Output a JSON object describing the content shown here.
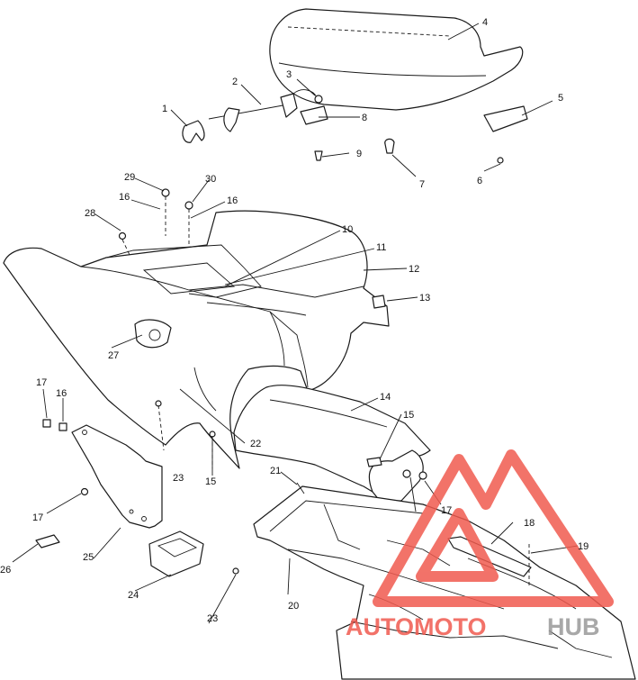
{
  "diagram": {
    "callouts": [
      {
        "id": "c1",
        "label": "1"
      },
      {
        "id": "c2",
        "label": "2"
      },
      {
        "id": "c3",
        "label": "3"
      },
      {
        "id": "c4",
        "label": "4"
      },
      {
        "id": "c5",
        "label": "5"
      },
      {
        "id": "c6",
        "label": "6"
      },
      {
        "id": "c7",
        "label": "7"
      },
      {
        "id": "c8",
        "label": "8"
      },
      {
        "id": "c9",
        "label": "9"
      },
      {
        "id": "c10",
        "label": "10"
      },
      {
        "id": "c11",
        "label": "11"
      },
      {
        "id": "c12",
        "label": "12"
      },
      {
        "id": "c13",
        "label": "13"
      },
      {
        "id": "c14",
        "label": "14"
      },
      {
        "id": "c15a",
        "label": "15"
      },
      {
        "id": "c15b",
        "label": "15"
      },
      {
        "id": "c16a",
        "label": "16"
      },
      {
        "id": "c16b",
        "label": "16"
      },
      {
        "id": "c16c",
        "label": "16"
      },
      {
        "id": "c17a",
        "label": "17"
      },
      {
        "id": "c17b",
        "label": "17"
      },
      {
        "id": "c17c",
        "label": "17"
      },
      {
        "id": "c18",
        "label": "18"
      },
      {
        "id": "c19",
        "label": "19"
      },
      {
        "id": "c20",
        "label": "20"
      },
      {
        "id": "c21",
        "label": "21"
      },
      {
        "id": "c22",
        "label": "22"
      },
      {
        "id": "c23a",
        "label": "23"
      },
      {
        "id": "c23b",
        "label": "23"
      },
      {
        "id": "c24",
        "label": "24"
      },
      {
        "id": "c25",
        "label": "25"
      },
      {
        "id": "c26",
        "label": "26"
      },
      {
        "id": "c27",
        "label": "27"
      },
      {
        "id": "c28",
        "label": "28"
      },
      {
        "id": "c29",
        "label": "29"
      },
      {
        "id": "c30",
        "label": "30"
      }
    ]
  },
  "watermark": {
    "part1": "AUTOMOTO",
    "part2": "HUB",
    "color_primary": "#f05a4f",
    "color_secondary": "#9a9a9a"
  }
}
